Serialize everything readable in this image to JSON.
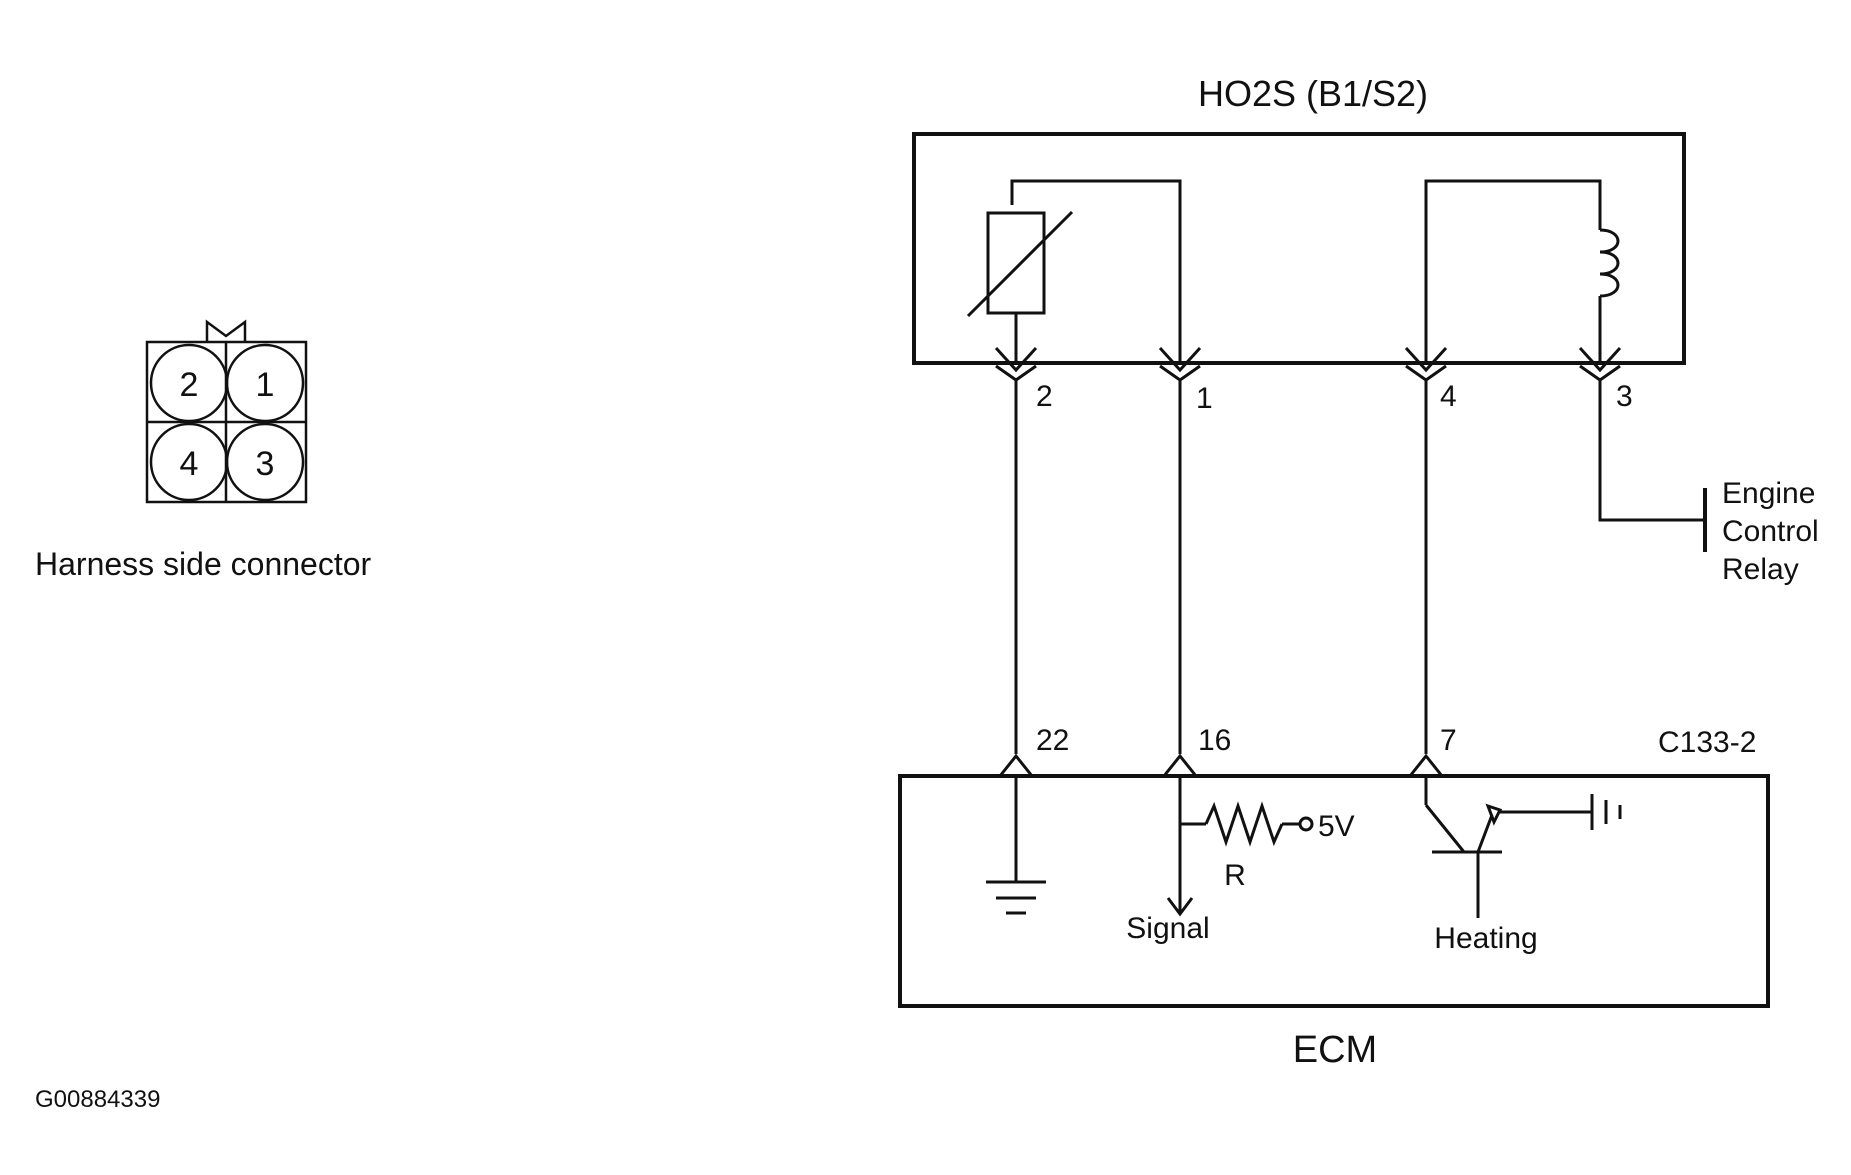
{
  "connector": {
    "pins": [
      "2",
      "1",
      "4",
      "3"
    ],
    "caption": "Harness side connector"
  },
  "sensor": {
    "title": "HO2S (B1/S2)",
    "pins": [
      "2",
      "1",
      "4",
      "3"
    ]
  },
  "relay": {
    "label_line1": "Engine",
    "label_line2": "Control",
    "label_line3": "Relay"
  },
  "ecm": {
    "title": "ECM",
    "connector_id": "C133-2",
    "pins": [
      "22",
      "16",
      "7"
    ],
    "voltage_label": "5V",
    "resistor_label": "R",
    "signal_label": "Signal",
    "heating_label": "Heating"
  },
  "figure_id": "G00884339"
}
